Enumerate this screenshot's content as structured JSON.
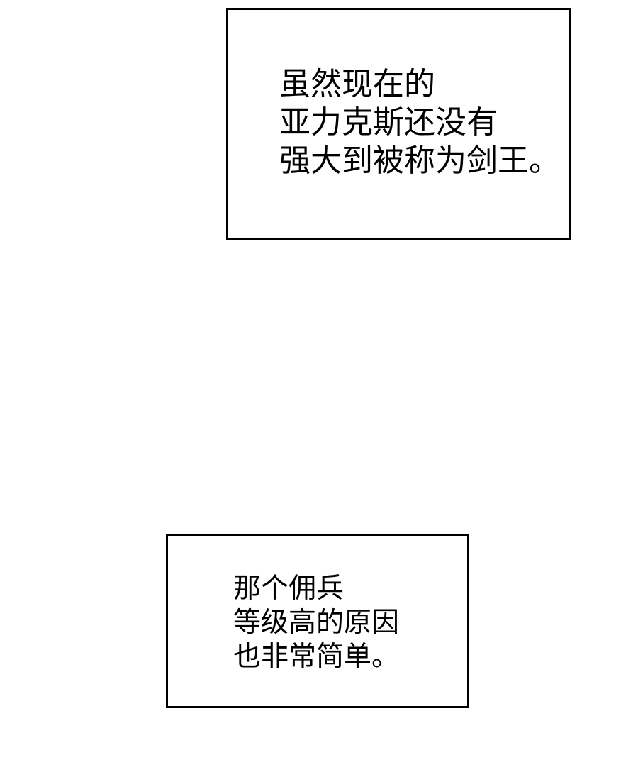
{
  "captions": [
    {
      "lines": [
        "虽然现在的",
        "亚力克斯还没有",
        "强大到被称为剑王。"
      ]
    },
    {
      "lines": [
        "那个佣兵",
        "等级高的原因",
        "也非常简单。"
      ]
    }
  ],
  "colors": {
    "background": "#ffffff",
    "border": "#000000",
    "text": "#000000"
  }
}
